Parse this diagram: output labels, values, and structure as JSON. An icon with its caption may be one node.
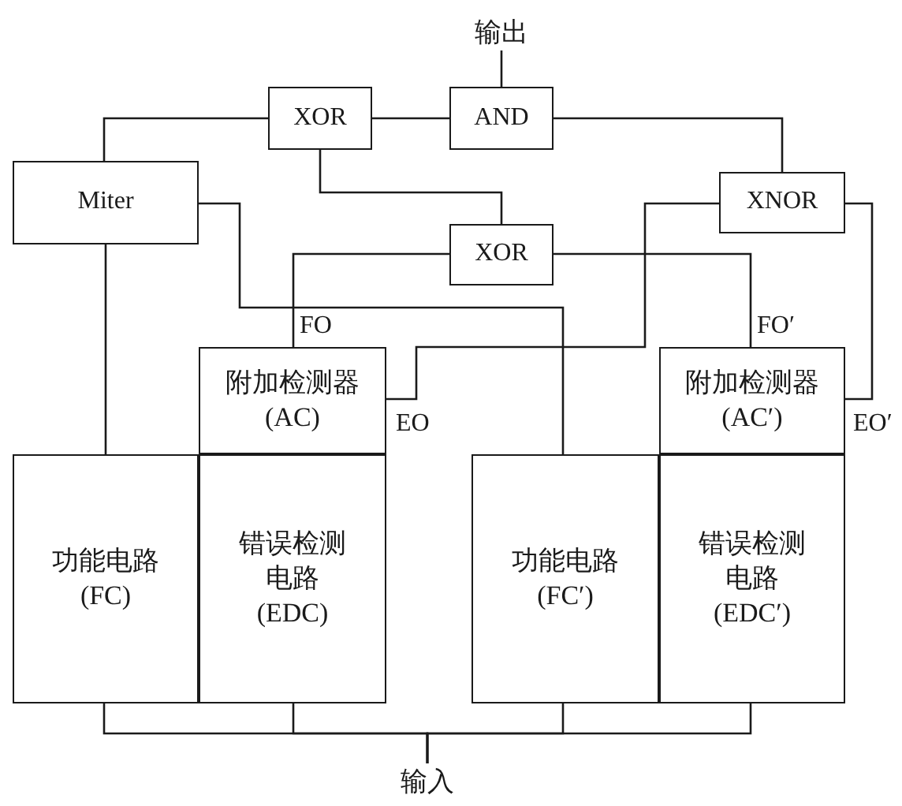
{
  "diagram": {
    "nodes": [
      {
        "text": [
          "输出"
        ]
      },
      {
        "text": [
          "XOR"
        ]
      },
      {
        "text": [
          "AND"
        ]
      },
      {
        "text": [
          "Miter"
        ]
      },
      {
        "text": [
          "XNOR"
        ]
      },
      {
        "text": [
          "XOR"
        ]
      },
      {
        "text": [
          "附加检测器 (AC)"
        ]
      },
      {
        "text": [
          "附加检测器 (AC′)"
        ]
      },
      {
        "text": [
          "功能电路 (FC)"
        ]
      },
      {
        "text": [
          "错误检测电路 (EDC)"
        ]
      },
      {
        "text": [
          "功能电路 (FC′)"
        ]
      },
      {
        "text": [
          "错误检测电路 (EDC′)"
        ]
      },
      {
        "text": [
          "输入"
        ]
      }
    ],
    "edges": [
      {
        "from": 2,
        "to": 0,
        "arrow": "none"
      },
      {
        "from": 1,
        "to": 2,
        "arrow": "none"
      },
      {
        "from": 3,
        "to": 1,
        "arrow": "none"
      },
      {
        "from": 5,
        "to": 1,
        "arrow": "none"
      },
      {
        "from": 4,
        "to": 2,
        "arrow": "none"
      },
      {
        "from": 8,
        "to": 3,
        "arrow": "none"
      },
      {
        "from": 10,
        "to": 3,
        "arrow": "none"
      },
      {
        "from": 6,
        "to": 5,
        "arrow": "none",
        "label": "FO"
      },
      {
        "from": 7,
        "to": 5,
        "arrow": "none",
        "label": "FO′"
      },
      {
        "from": 6,
        "to": 4,
        "arrow": "none",
        "label": "EO"
      },
      {
        "from": 7,
        "to": 4,
        "arrow": "none",
        "label": "EO′"
      },
      {
        "from": 12,
        "to": 8,
        "arrow": "none"
      },
      {
        "from": 12,
        "to": 9,
        "arrow": "none"
      },
      {
        "from": 12,
        "to": 10,
        "arrow": "none"
      },
      {
        "from": 12,
        "to": 11,
        "arrow": "none"
      }
    ]
  }
}
